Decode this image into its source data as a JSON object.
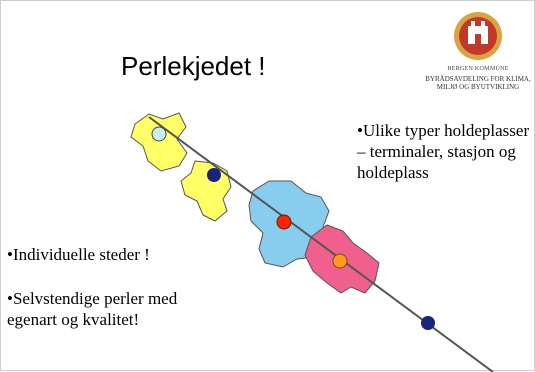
{
  "title": "Perlekjedet  !",
  "logo": {
    "line1": "BERGEN KOMMUNE",
    "line2": "BYRÅDSAVDELING FOR KLIMA, MILJØ OG BYUTVIKLING"
  },
  "bullets": {
    "right": "•Ulike typer holdeplasser – terminaler, stasjon og holdeplass",
    "left_1": "•Individuelle steder !",
    "left_2": "•Selvstendige perler med egenart og kvalitet!"
  },
  "colors": {
    "line": "#555555",
    "yellow_blob": "#ffff66",
    "blue_blob": "#88cdee",
    "pink_blob": "#f0608f",
    "dot_light": "#c8eef0",
    "dot_navy": "#1a237e",
    "dot_red": "#ff2200",
    "dot_orange": "#ff9a1a",
    "logo_red": "#c0392b",
    "logo_gold": "#d9a441"
  }
}
